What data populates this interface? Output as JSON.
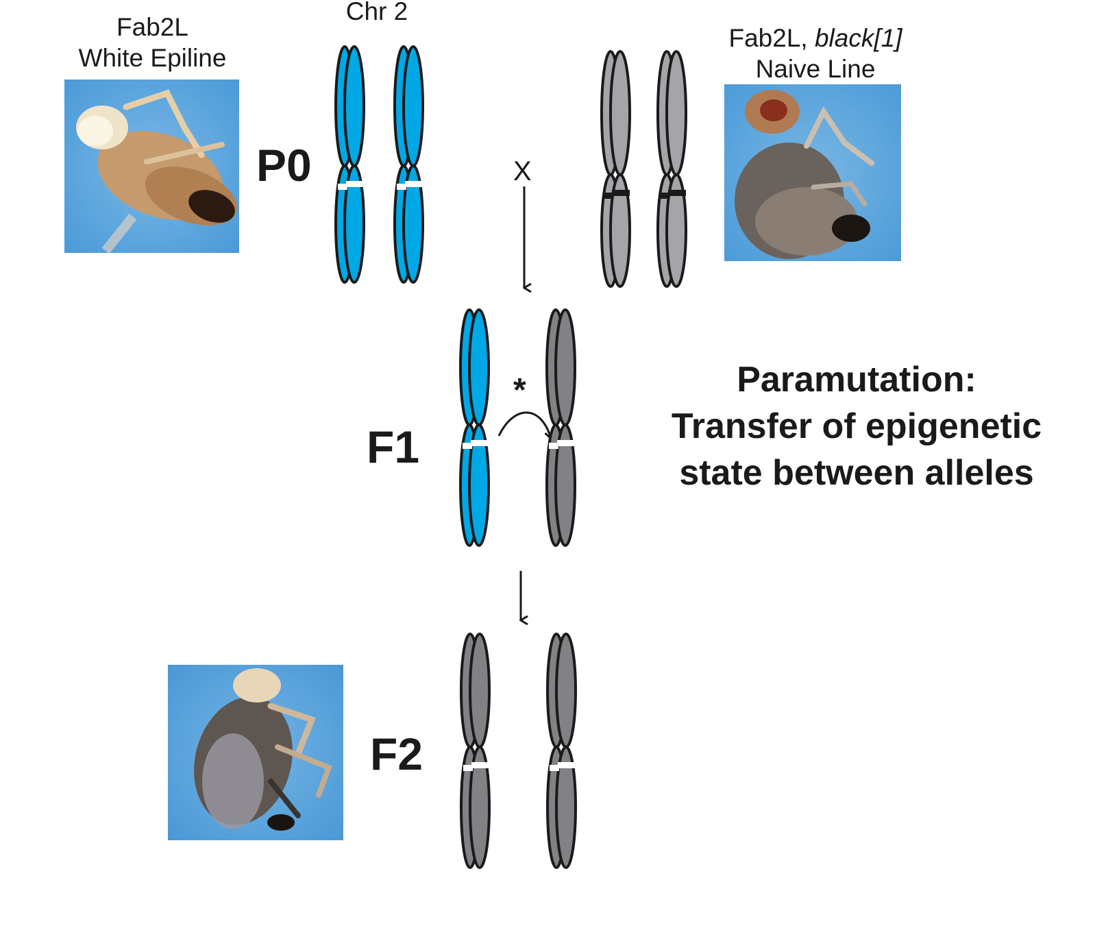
{
  "labels": {
    "chr": "Chr 2",
    "left_line_name": "Fab2L",
    "left_line_desc": "White Epiline",
    "right_line_name": "Fab2L, ",
    "right_line_allele": "black[1]",
    "right_line_desc": "Naive Line"
  },
  "generations": {
    "p0": "P0",
    "f1": "F1",
    "f2": "F2"
  },
  "symbols": {
    "cross": "X",
    "asterisk": "*"
  },
  "title": {
    "line1": "Paramutation:",
    "line2": "Transfer of epigenetic",
    "line3": "state between alleles"
  },
  "colors": {
    "epiline_chromosome": "#00a8e6",
    "naive_chromosome_p0": "#a3a5a8",
    "naive_chromosome": "#808285",
    "outline": "#1a1a1a",
    "photo_background": "#5aa8e0"
  },
  "icons": {
    "cross_arrow": "arrow-down-icon",
    "f1_to_f2_arrow": "arrow-down-icon",
    "transfer_arrow": "curved-arrow-icon"
  }
}
